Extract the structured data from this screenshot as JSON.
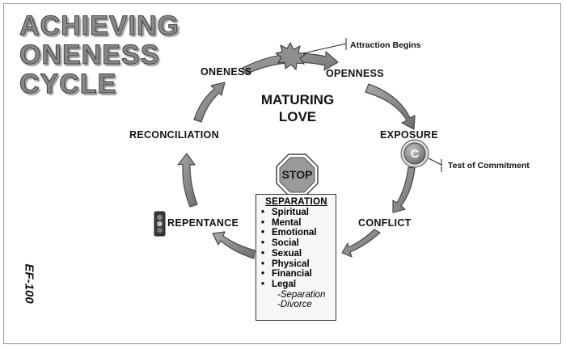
{
  "title": {
    "line1": "ACHIEVING",
    "line2": "ONENESS",
    "line3": "CYCLE"
  },
  "center": {
    "line1": "MATURING",
    "line2": "LOVE"
  },
  "stages": {
    "oneness": "ONENESS",
    "openness": "OPENNESS",
    "exposure": "EXPOSURE",
    "conflict": "CONFLICT",
    "repentance": "REPENTANCE",
    "reconciliation": "RECONCILIATION"
  },
  "callouts": {
    "attraction": "Attraction Begins",
    "commitment": "Test of Commitment"
  },
  "commitment_badge": "C",
  "stop_sign": "STOP",
  "separation": {
    "title": "SEPARATION",
    "items": [
      "Spiritual",
      "Mental",
      "Emotional",
      "Social",
      "Sexual",
      "Physical",
      "Financial",
      "Legal"
    ],
    "legal_subitems": [
      "-Separation",
      "-Divorce"
    ]
  },
  "code": "EF-100",
  "colors": {
    "arrow_fill": "#8c8c8c",
    "arrow_stroke": "#4a4a4a",
    "title_fill": "#8a8a8a",
    "stop_fill": "#9a9a9a",
    "badge_fill": "#8e8e8e"
  },
  "icons": {
    "starburst": "starburst-icon",
    "stop": "stop-sign-icon",
    "traffic_light": "traffic-light-icon",
    "commitment": "commitment-badge-icon"
  }
}
